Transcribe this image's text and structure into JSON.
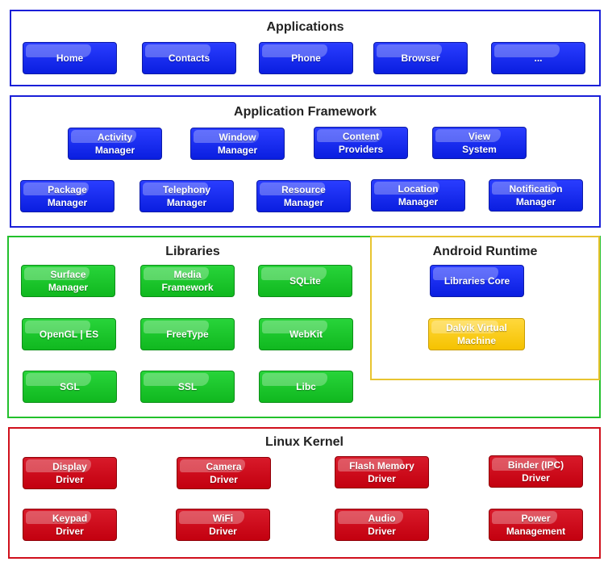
{
  "colors": {
    "applications_border": "#1a1fd8",
    "framework_border": "#1a1fd8",
    "libraries_border": "#22c02c",
    "runtime_border": "#e8c430",
    "kernel_border": "#d0101c",
    "blue_box": "#1020f0",
    "green_box": "#18c428",
    "red_box": "#cc0010",
    "yellow_box": "#f8ca10"
  },
  "applications": {
    "title": "Applications",
    "items": [
      "Home",
      "Contacts",
      "Phone",
      "Browser",
      "..."
    ]
  },
  "framework": {
    "title": "Application Framework",
    "items": [
      "Activity\nManager",
      "Window\nManager",
      "Content\nProviders",
      "View\nSystem",
      "Package\nManager",
      "Telephony\nManager",
      "Resource\nManager",
      "Location\nManager",
      "Notification\nManager"
    ]
  },
  "libraries": {
    "title": "Libraries",
    "items": [
      "Surface\nManager",
      "Media\nFramework",
      "SQLite",
      "OpenGL | ES",
      "FreeType",
      "WebKit",
      "SGL",
      "SSL",
      "Libc"
    ]
  },
  "runtime": {
    "title": "Android Runtime",
    "items": [
      "Libraries Core",
      "Dalvik Virtual\nMachine"
    ]
  },
  "kernel": {
    "title": "Linux Kernel",
    "items": [
      "Display\nDriver",
      "Camera\nDriver",
      "Flash Memory\nDriver",
      "Binder (IPC)\nDriver",
      "Keypad\nDriver",
      "WiFi\nDriver",
      "Audio\nDriver",
      "Power\nManagement"
    ]
  }
}
